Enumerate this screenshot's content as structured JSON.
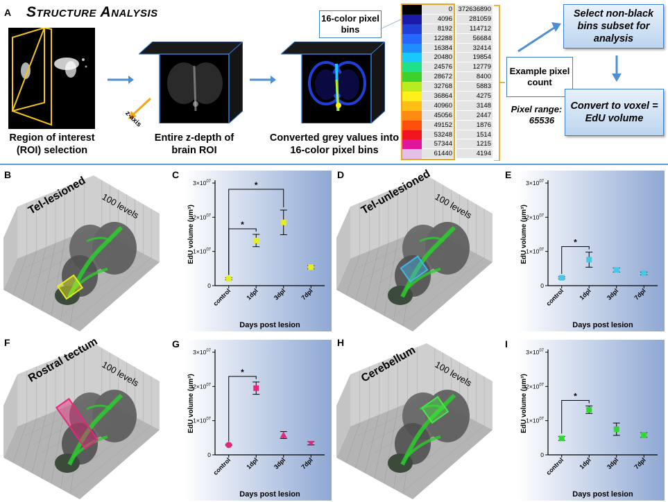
{
  "panelA": {
    "label": "A",
    "title": "Structure Analysis",
    "captions": [
      "Region of interest (ROI) selection",
      "Entire z-depth of brain ROI",
      "Converted grey values into 16-color pixel bins"
    ],
    "zaxis": "z-axis",
    "bins_label": "16-color pixel bins",
    "example_label": "Example pixel count",
    "pixel_range": "Pixel range: 0-65536",
    "box1": "Select non-black bins subset for analysis",
    "box2": "Convert to voxel = EdU volume",
    "lut_values": [
      "0",
      "4096",
      "8192",
      "12288",
      "16384",
      "20480",
      "24576",
      "28672",
      "32768",
      "36864",
      "40960",
      "45056",
      "49152",
      "53248",
      "57344",
      "61440"
    ],
    "lut_counts": [
      "372636890",
      "281059",
      "114712",
      "56684",
      "32414",
      "19854",
      "12779",
      "8400",
      "5883",
      "4275",
      "3148",
      "2447",
      "1876",
      "1514",
      "1215",
      "4194"
    ],
    "lut_colors": [
      "#000000",
      "#1a1aa8",
      "#1f3fd8",
      "#2566ff",
      "#1f8cff",
      "#19c8ff",
      "#21e08a",
      "#3ed12d",
      "#b9ec1f",
      "#fff01a",
      "#ffbf14",
      "#ff8c10",
      "#ff4e0a",
      "#f0141f",
      "#e2169c",
      "#e4bfe6"
    ]
  },
  "brains": [
    {
      "label": "B",
      "region": "Tel-lesioned",
      "levels": "100 levels",
      "roi_color": "#e6ee1f"
    },
    {
      "label": "D",
      "region": "Tel-unlesioned",
      "levels": "100 levels",
      "roi_color": "#46b4e6"
    },
    {
      "label": "F",
      "region": "Rostral tectum",
      "levels": "100 levels",
      "roi_color": "#e6287d"
    },
    {
      "label": "H",
      "region": "Cerebellum",
      "levels": "100 levels",
      "roi_color": "#46e646"
    }
  ],
  "chart_data": [
    {
      "type": "scatter",
      "label": "C",
      "categories": [
        "control",
        "1dpl",
        "3dpl",
        "7dpl"
      ],
      "values": [
        2000000.0,
        13200000.0,
        18500000.0,
        5400000.0
      ],
      "err": [
        300000.0,
        1800000.0,
        3600000.0,
        500000.0
      ],
      "ylim": [
        0,
        30000000.0
      ],
      "yticks": [
        "0",
        "1×10^07",
        "2×10^07",
        "3×10^07"
      ],
      "ylabel": "EdU volume (μm³)",
      "xlabel": "Days post lesion",
      "color": "#e6ee1f",
      "marker": "square",
      "sig": [
        {
          "from": 0,
          "to": 1,
          "label": "*"
        },
        {
          "from": 0,
          "to": 2,
          "label": "*"
        }
      ]
    },
    {
      "type": "scatter",
      "label": "E",
      "categories": [
        "control",
        "1dpl",
        "3dpl",
        "7dpl"
      ],
      "values": [
        2300000.0,
        7600000.0,
        4600000.0,
        3600000.0
      ],
      "err": [
        300000.0,
        2200000.0,
        600000.0,
        400000.0
      ],
      "ylim": [
        0,
        30000000.0
      ],
      "yticks": [
        "0",
        "1×10^07",
        "2×10^07",
        "3×10^07"
      ],
      "ylabel": "EdU volume (μm³)",
      "xlabel": "Days post lesion",
      "color": "#46c8e6",
      "marker": "square",
      "sig": [
        {
          "from": 0,
          "to": 1,
          "label": "*"
        }
      ]
    },
    {
      "type": "scatter",
      "label": "G",
      "categories": [
        "control",
        "1dpl",
        "3dpl",
        "7dpl"
      ],
      "values": [
        2900000.0,
        19500000.0,
        5800000.0,
        3400000.0
      ],
      "err": [
        200000.0,
        1800000.0,
        1000000.0,
        500000.0
      ],
      "ylim": [
        0,
        30000000.0
      ],
      "yticks": [
        "0",
        "1×10^07",
        "2×10^07",
        "3×10^07"
      ],
      "ylabel": "EdU volume (μm³)",
      "xlabel": "Days post lesion",
      "color": "#e6287d",
      "marker": "mixed",
      "sig": [
        {
          "from": 0,
          "to": 1,
          "label": "*"
        }
      ]
    },
    {
      "type": "scatter",
      "label": "I",
      "categories": [
        "control",
        "1dpl",
        "3dpl",
        "7dpl"
      ],
      "values": [
        4800000.0,
        13200000.0,
        7500000.0,
        5800000.0
      ],
      "err": [
        600000.0,
        1100000.0,
        1800000.0,
        700000.0
      ],
      "ylim": [
        0,
        30000000.0
      ],
      "yticks": [
        "0",
        "1×10^07",
        "2×10^07",
        "3×10^07"
      ],
      "ylabel": "EdU volume (μm³)",
      "xlabel": "Days post lesion",
      "color": "#33d633",
      "marker": "square",
      "sig": [
        {
          "from": 0,
          "to": 1,
          "label": "*"
        }
      ]
    }
  ]
}
